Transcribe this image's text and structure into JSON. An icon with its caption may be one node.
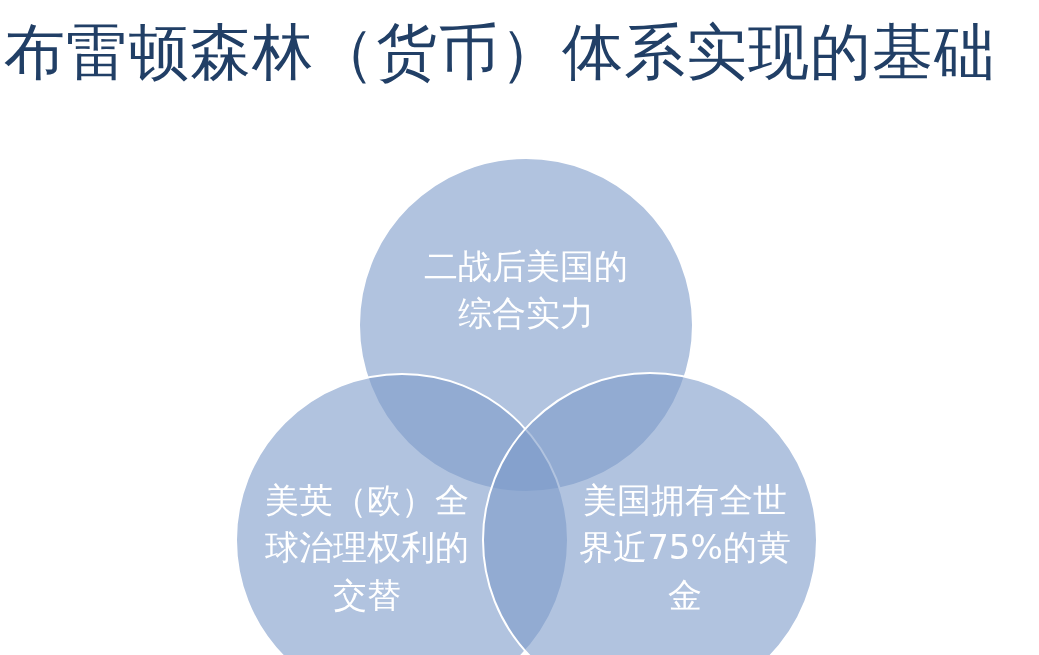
{
  "diagram": {
    "title": "布雷顿森林（货币）体系实现的基础",
    "nodes": [
      {
        "text": [
          "二战后美国的综合实力"
        ]
      },
      {
        "text": [
          "美英（欧）全球治理权利的交替"
        ]
      },
      {
        "text": [
          "美国拥有全世界近75%的黄金"
        ]
      }
    ]
  }
}
